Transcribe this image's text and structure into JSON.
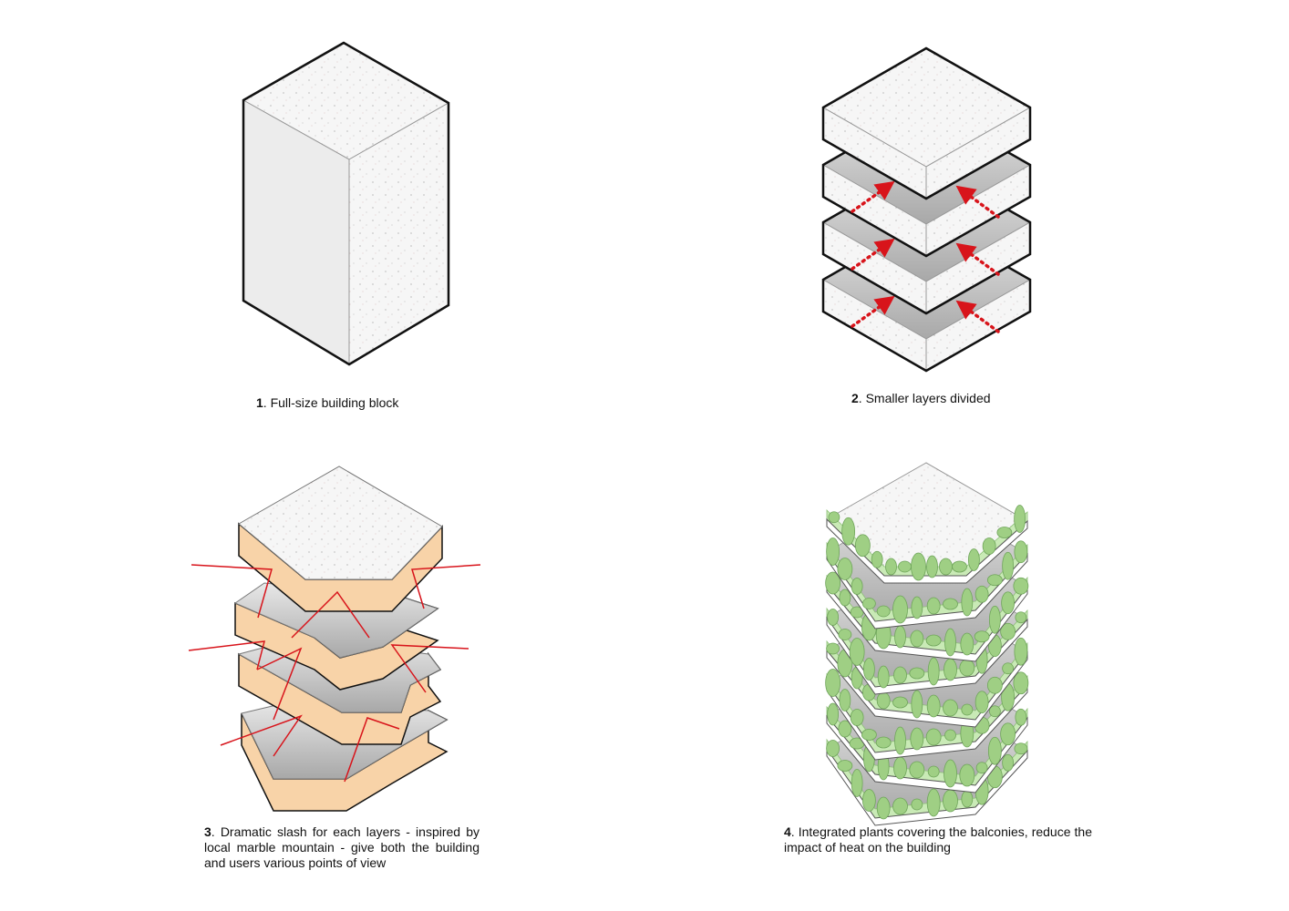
{
  "steps": [
    {
      "number": "1",
      "caption": ". Full-size building block"
    },
    {
      "number": "2",
      "caption": ". Smaller layers divided"
    },
    {
      "number": "3",
      "caption": ". Dramatic slash for each layers - inspired by local marble mountain - give both the building and users various points of view"
    },
    {
      "number": "4",
      "caption": ". Integrated plants covering the balconies, reduce the impact of heat on the building"
    }
  ],
  "colors": {
    "outline": "#111111",
    "concrete": "#f2f2f2",
    "shade": "#d8d8d8",
    "sandstone": "#f8d3a8",
    "arrow": "#d8141b",
    "plant": "#9fcf84",
    "balcony": "#c9eab6"
  }
}
